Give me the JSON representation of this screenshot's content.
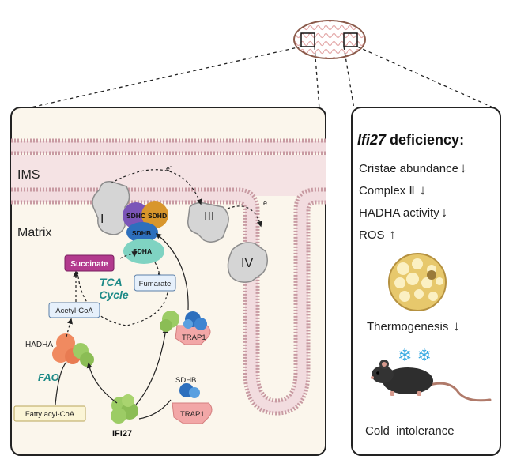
{
  "left_panel": {
    "ims_label": "IMS",
    "matrix_label": "Matrix",
    "complex_labels": {
      "c1": "I",
      "c3": "III",
      "c4": "IV"
    },
    "electron_label": "e",
    "electron_charge": "-",
    "sdh_subunits": {
      "sdhc": "SDHC",
      "sdhd": "SDHD",
      "sdhb": "SDHB",
      "sdha": "SDHA"
    },
    "metabolites": {
      "succinate": "Succinate",
      "fumarate": "Fumarate",
      "acetyl_coa": "Acetyl-CoA",
      "fatty_acyl_coa": "Fatty acyl-CoA"
    },
    "tca_cycle": [
      "TCA",
      "Cycle"
    ],
    "fao_label": "FAO",
    "hadha_label": "HADHA",
    "trap1_label": "TRAP1",
    "trap1_lower_label": "TRAP1",
    "sdhb_lower_label": "SDHB",
    "ifi27_label": "IFI27"
  },
  "right_panel": {
    "title_gene": "Ifi27",
    "title_rest": " deficiency:",
    "items": [
      {
        "label": "Cristae abundance",
        "arrow": "↓"
      },
      {
        "label": "Complex Ⅱ",
        "arrow": "↓"
      },
      {
        "label": "HADHA activity",
        "arrow": "↓"
      },
      {
        "label": "ROS",
        "arrow": "↑"
      }
    ],
    "thermogenesis": {
      "label": "Thermogenesis",
      "arrow": "↓"
    },
    "cold_intolerance": "Cold  intolerance",
    "snowflakes": "❄ ❄"
  },
  "colors": {
    "membrane": "#f2dcdf",
    "membrane_head": "#ffffff",
    "membrane_edge": "#c89aa2",
    "panel_bg": "#fbf6ec",
    "tca_teal": "#1d8a87",
    "succinate": "#b23a8e",
    "box_blue": "#e6f0fb",
    "box_yellow": "#fbf5d6",
    "sdhc": "#7b55b8",
    "sdhd": "#d8962c",
    "sdhb": "#2d6fbd",
    "sdha": "#7fd3c2",
    "hadha": "#f08a60",
    "protein_green": "#9ccc65",
    "trap1": "#f2a7a7",
    "snowflake": "#38a9e1"
  }
}
